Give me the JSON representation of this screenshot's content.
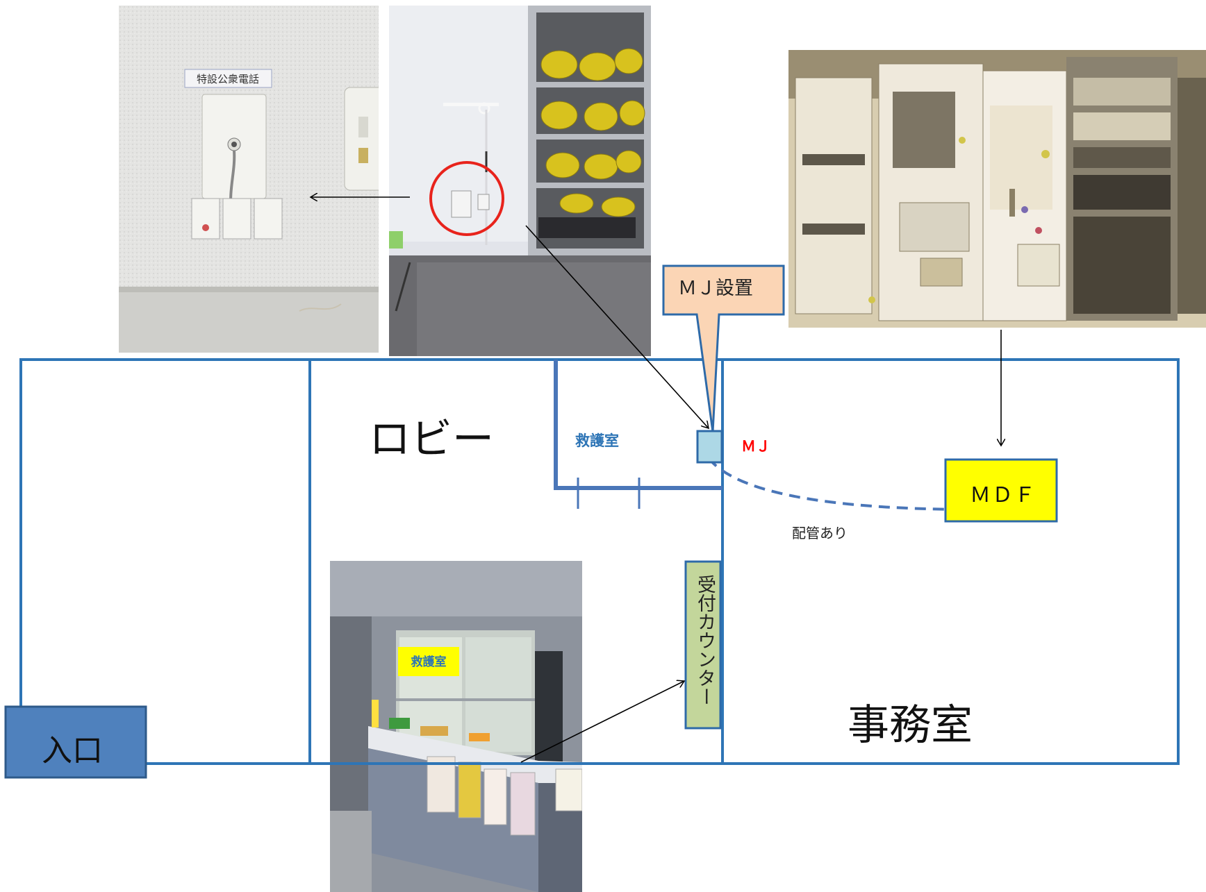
{
  "floor_plan": {
    "lobby_label": "ロビー",
    "office_label": "事務室",
    "entrance_label": "入口",
    "rescue_room_label": "救護室",
    "mj_label": "ＭＪ",
    "mdf_label": "ＭＤＦ",
    "conduit_label": "配管あり",
    "reception_counter_label": "受付カウンター",
    "callout_label": "ＭＪ設置"
  },
  "photos": {
    "phone_sign": "特設公衆電話",
    "rescue_room_sign": "救護室"
  },
  "colors": {
    "wall_blue": "#2e75b6",
    "entrance_fill": "#4f81bd",
    "mdf_fill": "#ffff00",
    "mj_fill": "#add8e6",
    "callout_fill": "#fbd5b5",
    "counter_fill": "#c3d69b",
    "mj_text": "#ff0000",
    "rescue_text": "#2e75b6",
    "highlight_circle": "#e8231c"
  }
}
